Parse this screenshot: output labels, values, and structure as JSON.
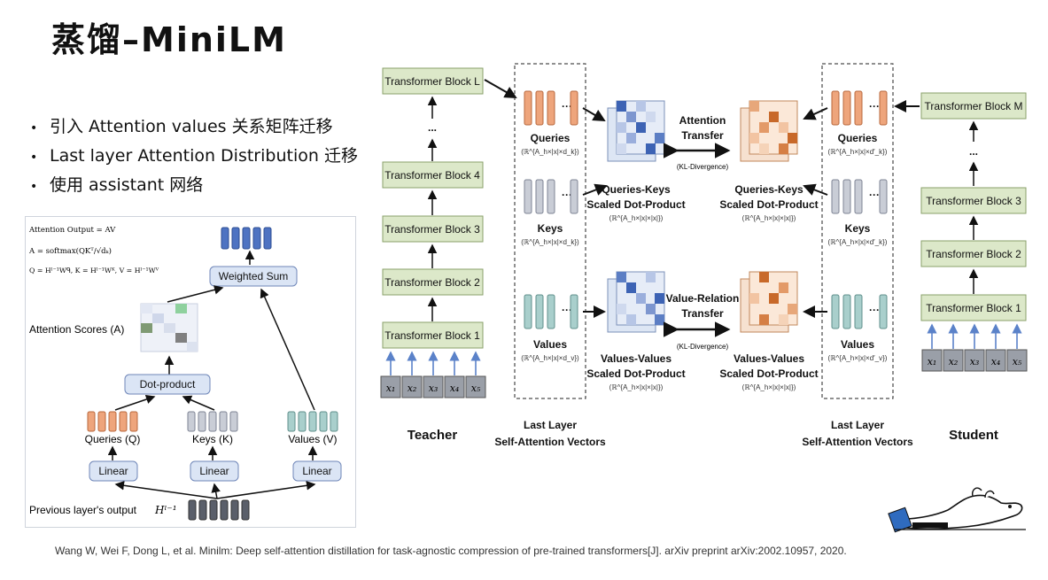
{
  "slide": {
    "title": "蒸馏–MiniLM",
    "bullets": [
      "引入 Attention values 关系矩阵迁移",
      "Last layer Attention Distribution 迁移",
      "使用 assistant 网络"
    ],
    "citation": "Wang W, Wei F, Dong L, et al. Minilm: Deep self-attention distillation for task-agnostic compression of pre-trained transformers[J]. arXiv preprint arXiv:2002.10957, 2020."
  },
  "left_figure": {
    "eq1": "Attention Output = AV",
    "eq2": "A = softmax(QKᵀ/√dₖ)",
    "eq3": "Q = Hˡ⁻¹Wᑫ, K = Hˡ⁻¹Wᴷ, V = Hˡ⁻¹Wⱽ",
    "weighted_sum": "Weighted Sum",
    "attention_scores": "Attention Scores (A)",
    "dot_product": "Dot-product",
    "queries": "Queries (Q)",
    "keys": "Keys (K)",
    "values": "Values (V)",
    "linear": "Linear",
    "prev_output": "Previous layer's output",
    "prev_output_math": "Hˡ⁻¹"
  },
  "right_figure": {
    "teacher_blocks": [
      "Transformer Block L",
      "...",
      "Transformer Block 4",
      "Transformer Block 3",
      "Transformer Block 2",
      "Transformer Block 1"
    ],
    "student_blocks": [
      "Transformer Block M",
      "...",
      "Transformer Block 3",
      "Transformer Block 2",
      "Transformer Block 1"
    ],
    "inputs": [
      "x₁",
      "x₂",
      "x₃",
      "x₄",
      "x₅"
    ],
    "teacher": "Teacher",
    "student": "Student",
    "last_layer_1": "Last Layer",
    "last_layer_2": "Self-Attention Vectors",
    "queries": "Queries",
    "keys": "Keys",
    "values": "Values",
    "t_queries_dim": "(ℝ^{A_h×|x|×d_k})",
    "t_keys_dim": "(ℝ^{A_h×|x|×d_k})",
    "t_values_dim": "(ℝ^{A_h×|x|×d_v})",
    "s_queries_dim": "(ℝ^{A_h×|x|×d′_k})",
    "s_keys_dim": "(ℝ^{A_h×|x|×d′_k})",
    "s_values_dim": "(ℝ^{A_h×|x|×d′_v})",
    "qk_line1": "Queries-Keys",
    "qk_line2": "Scaled Dot-Product",
    "vv_line1": "Values-Values",
    "vv_line2": "Scaled Dot-Product",
    "mat_dim": "(ℝ^{A_h×|x|×|x|})",
    "attn_transfer_1": "Attention",
    "attn_transfer_2": "Transfer",
    "vr_transfer_1": "Value-Relation",
    "vr_transfer_2": "Transfer",
    "kl": "(KL-Divergence)"
  },
  "colors": {
    "block_fill": "#dce8c9",
    "block_stroke": "#8aa06a",
    "query_orange": "#eea57c",
    "key_gray": "#c9cdd6",
    "value_teal": "#a9cfcc",
    "blue_heat": "#3d63b4",
    "orange_heat": "#c8692a",
    "input_arrow": "#5b82c9"
  }
}
